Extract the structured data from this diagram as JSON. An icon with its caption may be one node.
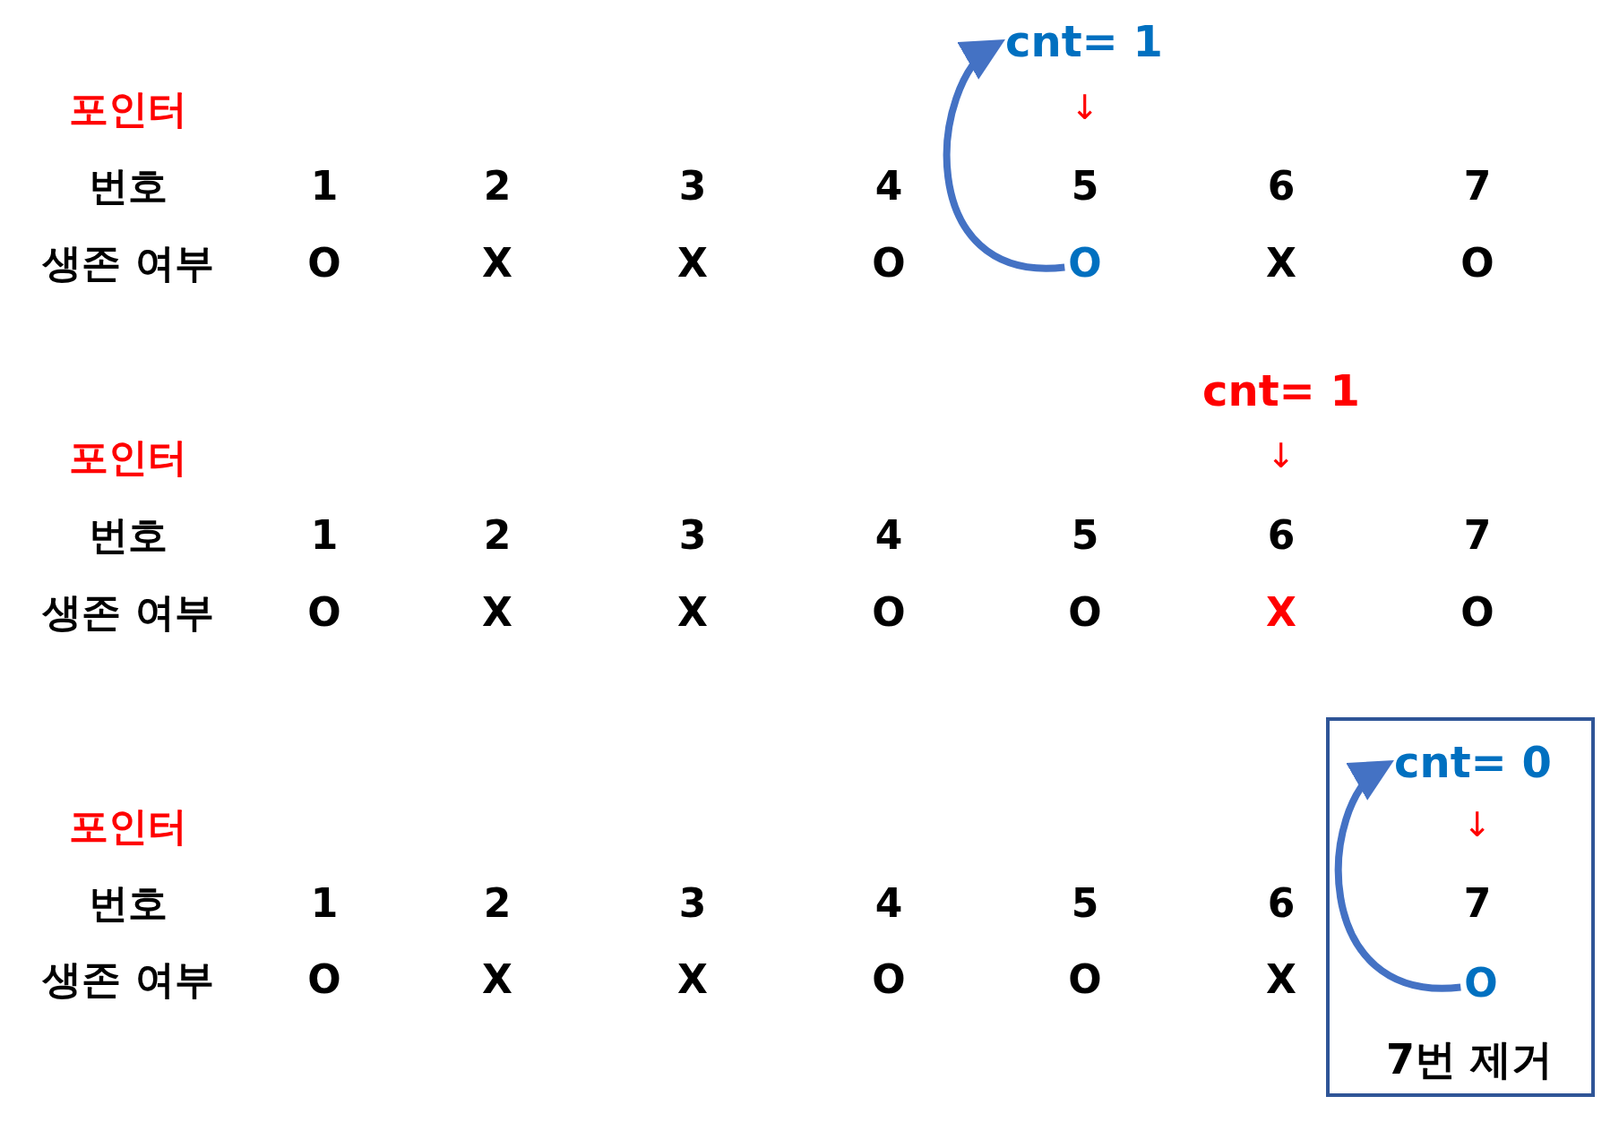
{
  "diagram": {
    "nodes": [
      {
        "text": [
          "cnt= 1"
        ]
      },
      {
        "text": [
          "O"
        ]
      },
      {
        "text": [
          "7번 제거"
        ]
      },
      {
        "text": [
          "cnt= 0"
        ],
        "in": 2
      },
      {
        "text": [
          "O"
        ],
        "in": 2
      }
    ],
    "edges": [
      {
        "from": 1,
        "to": 0,
        "arrow": "to"
      },
      {
        "from": 4,
        "to": 3,
        "arrow": "to"
      }
    ],
    "labels": [
      "포인터",
      "↓",
      "번호",
      "1",
      "2",
      "3",
      "4",
      "5",
      "6",
      "7",
      "생존 여부",
      "O",
      "X",
      "X",
      "O",
      "X",
      "O",
      "cnt= 1",
      "포인터",
      "↓",
      "번호",
      "1",
      "2",
      "3",
      "4",
      "5",
      "6",
      "7",
      "생존 여부",
      "O",
      "X",
      "X",
      "O",
      "O",
      "X",
      "O",
      "포인터",
      "↓",
      "번호",
      "1",
      "2",
      "3",
      "4",
      "5",
      "6",
      "7",
      "생존 여부",
      "O",
      "X",
      "X",
      "O",
      "O",
      "X"
    ]
  }
}
